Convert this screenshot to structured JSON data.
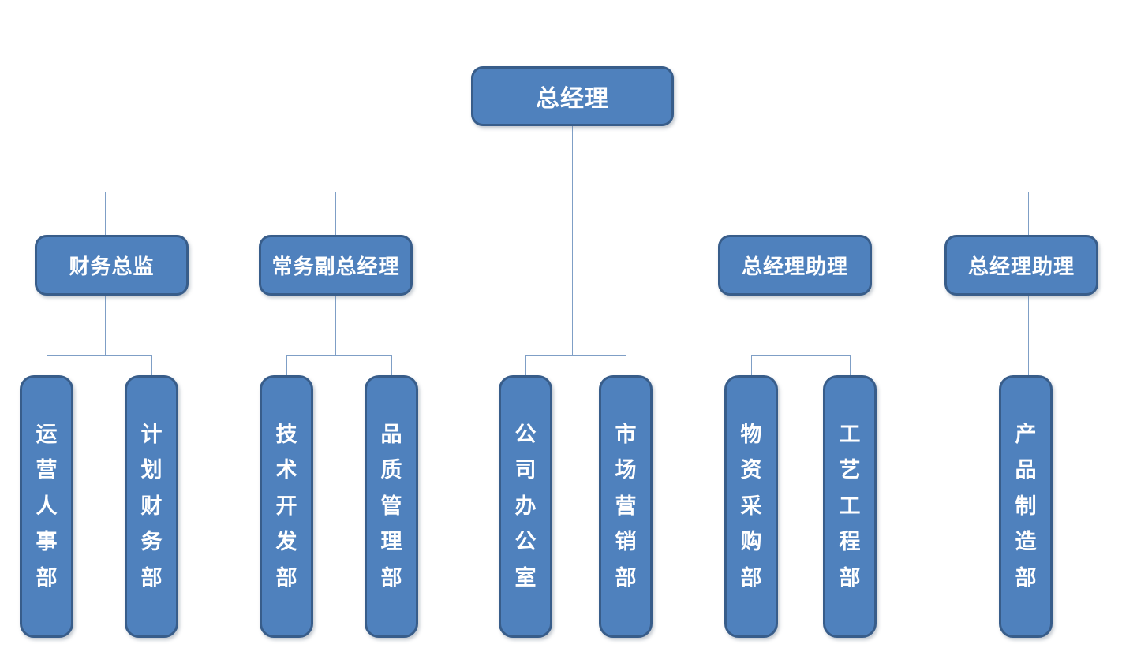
{
  "org_chart": {
    "type": "organization-chart",
    "root": {
      "label": "总经理"
    },
    "managers": [
      {
        "label": "财务总监"
      },
      {
        "label": "常务副总经理"
      },
      {
        "label": "总经理助理"
      },
      {
        "label": "总经理助理"
      }
    ],
    "departments": [
      {
        "label": "运营人事部",
        "parent": "财务总监"
      },
      {
        "label": "计划财务部",
        "parent": "财务总监"
      },
      {
        "label": "技术开发部",
        "parent": "常务副总经理"
      },
      {
        "label": "品质管理部",
        "parent": "常务副总经理"
      },
      {
        "label": "公司办公室",
        "parent": "总经理"
      },
      {
        "label": "市场营销部",
        "parent": "总经理"
      },
      {
        "label": "物资采购部",
        "parent": "总经理助理"
      },
      {
        "label": "工艺工程部",
        "parent": "总经理助理"
      },
      {
        "label": "产品制造部",
        "parent": "总经理助理"
      }
    ],
    "colors": {
      "node_fill": "#4f81bd",
      "node_border": "#385d8a",
      "connector": "#7f9fc6",
      "text": "#ffffff",
      "background": "#ffffff"
    }
  }
}
